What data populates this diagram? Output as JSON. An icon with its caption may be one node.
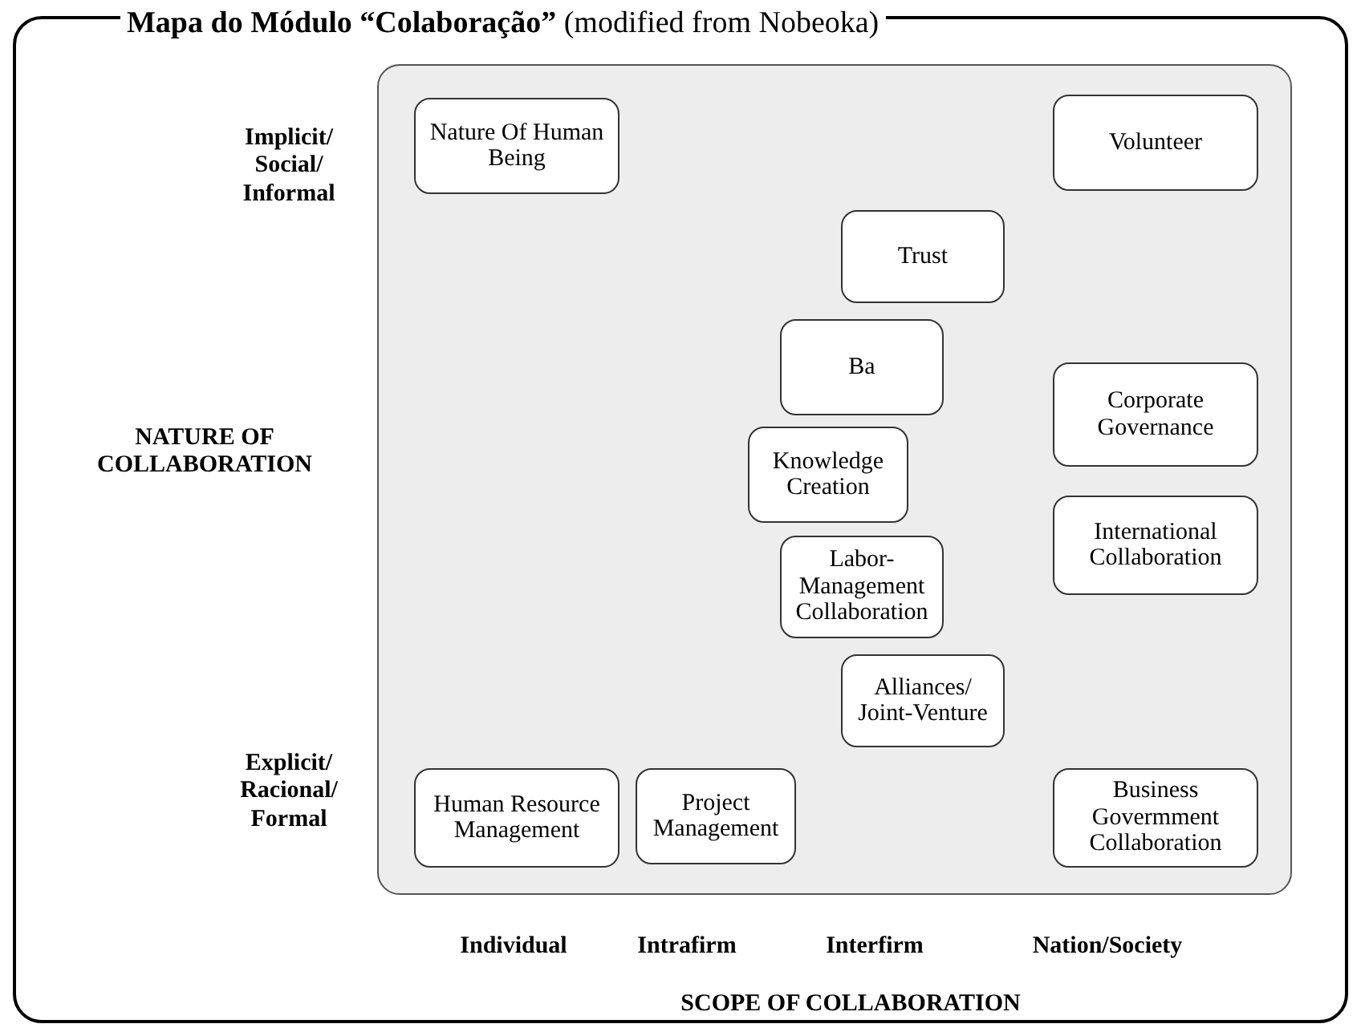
{
  "diagram": {
    "title": "**Mapa do Módulo “Colaboração”** (modified from Nobeoka)",
    "nodes": [
      {
        "text": [],
        "shape": "box"
      },
      {
        "text": [
          "Nature Of Human Being"
        ],
        "in": 0
      },
      {
        "text": [
          "Volunteer"
        ],
        "in": 0
      },
      {
        "text": [
          "Trust"
        ],
        "in": 0
      },
      {
        "text": [
          "Ba"
        ],
        "in": 0
      },
      {
        "text": [
          "Corporate Governance"
        ],
        "in": 0
      },
      {
        "text": [
          "Knowledge Creation"
        ],
        "in": 0
      },
      {
        "text": [
          "International Collaboration"
        ],
        "in": 0
      },
      {
        "text": [
          "Labor-Management Collaboration"
        ],
        "in": 0
      },
      {
        "text": [
          "Alliances/ Joint-Venture"
        ],
        "in": 0
      },
      {
        "text": [
          "Human Resource Management"
        ],
        "in": 0
      },
      {
        "text": [
          "Project Management"
        ],
        "in": 0
      },
      {
        "text": [
          "Business Govermment Collaboration"
        ],
        "in": 0
      }
    ],
    "edges": [],
    "labels": [
      "Implicit/ Social/ Informal",
      "NATURE OF COLLABORATION",
      "Explicit/ Racional/ Formal",
      "Individual",
      "Intrafirm",
      "Interfirm",
      "Nation/Society",
      "SCOPE OF COLLABORATION"
    ]
  }
}
